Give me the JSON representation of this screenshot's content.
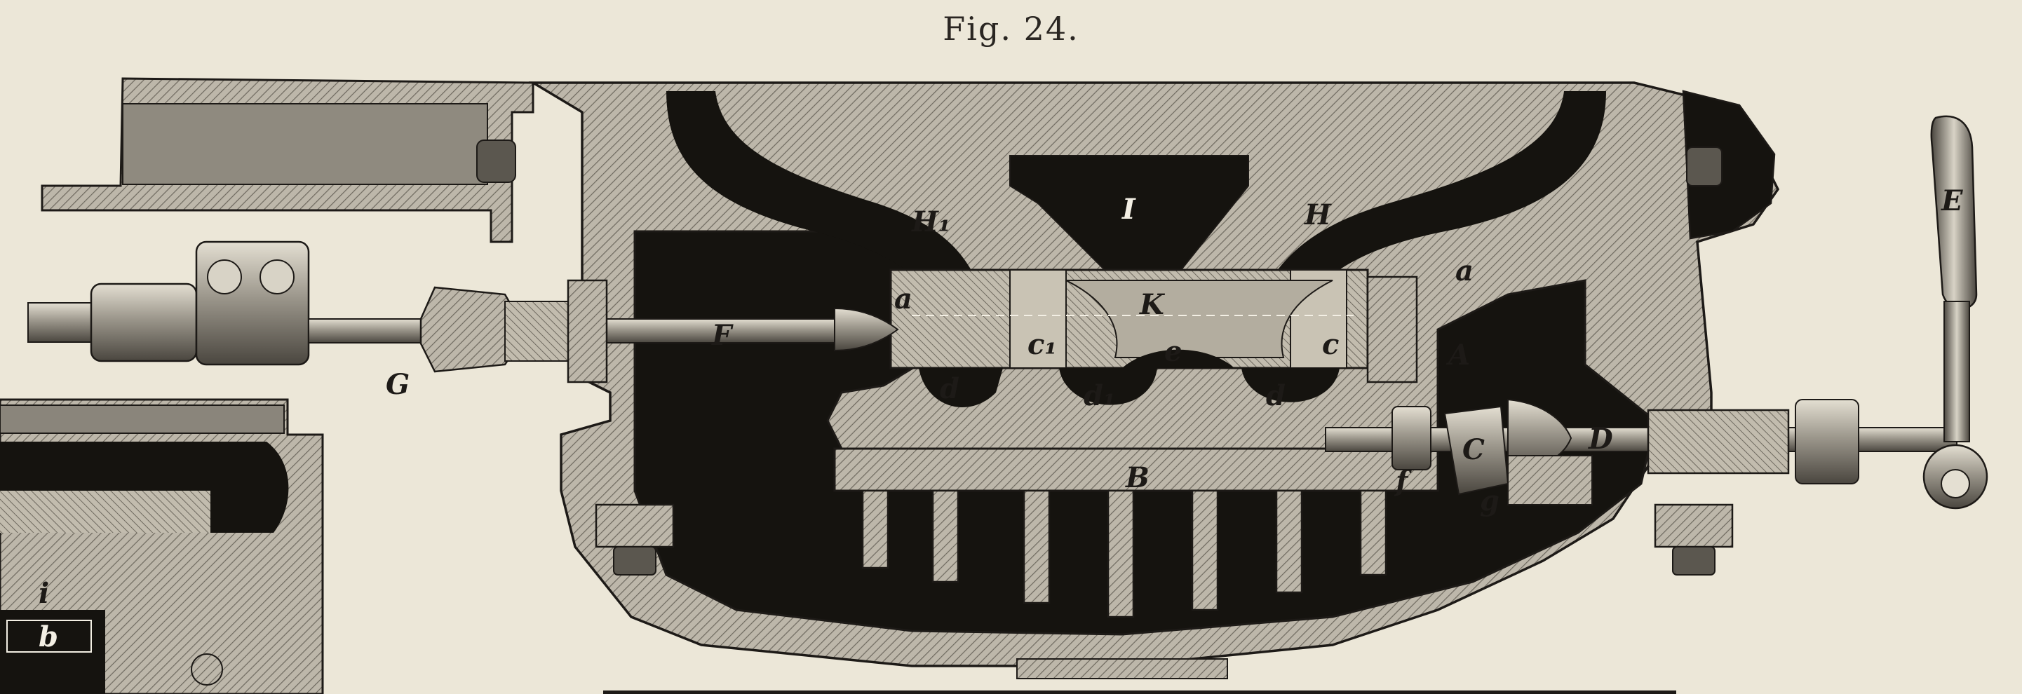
{
  "figure": {
    "title": "Fig. 24."
  },
  "labels": {
    "I": "I",
    "H": "H",
    "H1": "H₁",
    "K": "K",
    "e": "e",
    "d": "d",
    "d_left": "d",
    "d1": "d₁",
    "c": "c",
    "c1": "c₁",
    "a_left": "a",
    "a_right": "a",
    "A": "A",
    "B": "B",
    "C": "C",
    "D": "D",
    "E": "E",
    "F": "F",
    "G": "G",
    "f": "f",
    "g": "g",
    "i": "i",
    "b": "b"
  },
  "colors": {
    "paper": "#ece7d8",
    "ink": "#1d1a17",
    "section": "#b9b3a6",
    "shade": "#8a857b"
  }
}
